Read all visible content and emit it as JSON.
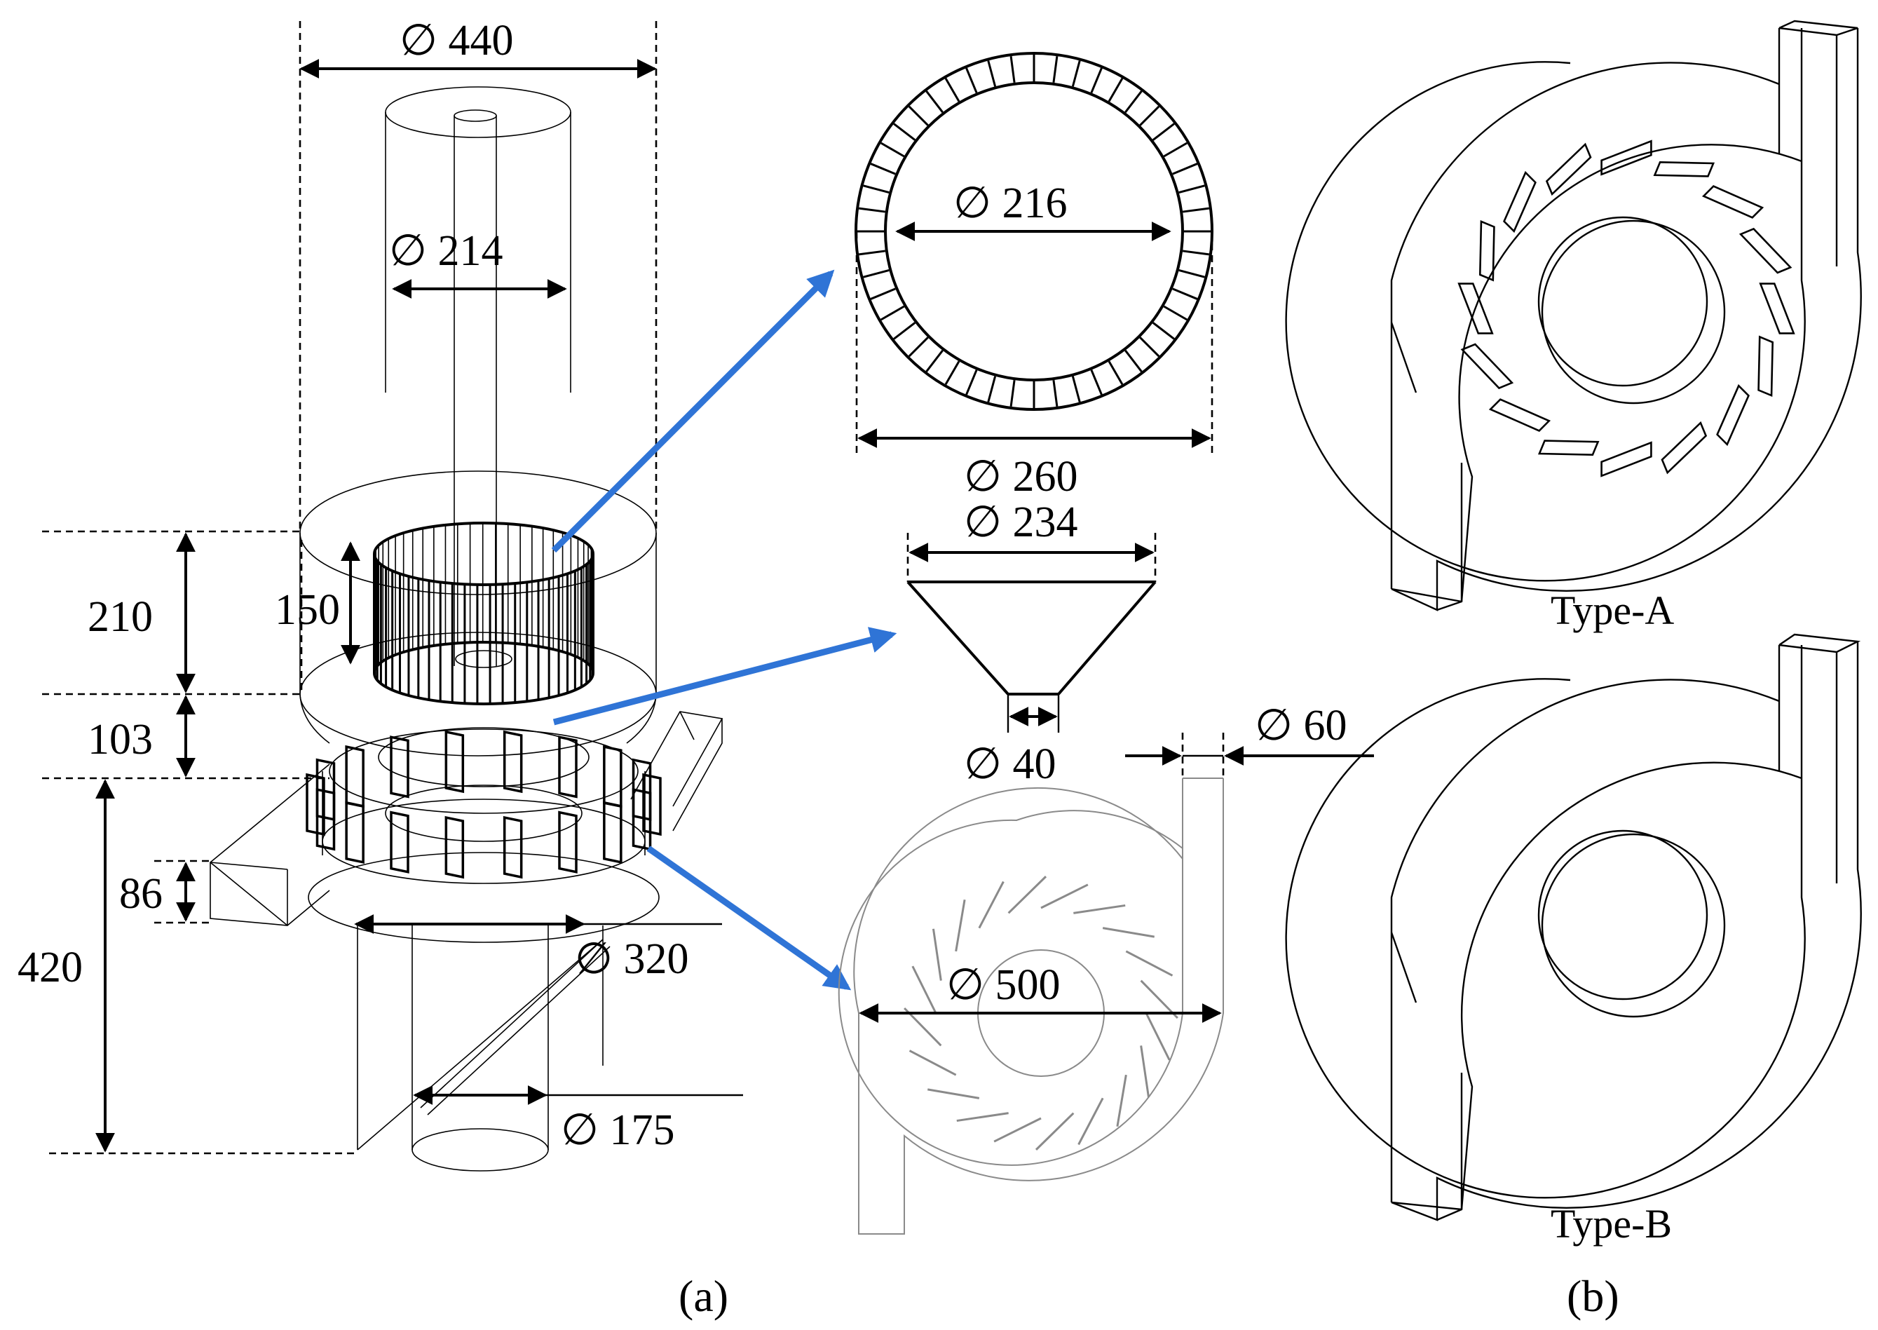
{
  "dimensions": {
    "d440": "∅  440",
    "d214": "∅  214",
    "d216": "∅  216",
    "d260": "∅  260",
    "d234": "∅  234",
    "d40": "∅  40",
    "d60": "∅  60",
    "d500": "∅  500",
    "d320": "∅  320",
    "d175": "∅  175",
    "h210": "210",
    "h150": "150",
    "h103": "103",
    "h86": "86",
    "h420": "420"
  },
  "captions": {
    "a": "(a)",
    "b": "(b)"
  },
  "types": {
    "a": "Type-A",
    "b": "Type-B"
  },
  "colors": {
    "arrow": "#2f74d6",
    "line": "#000000",
    "gray_drawing": "#8a8a8a"
  }
}
